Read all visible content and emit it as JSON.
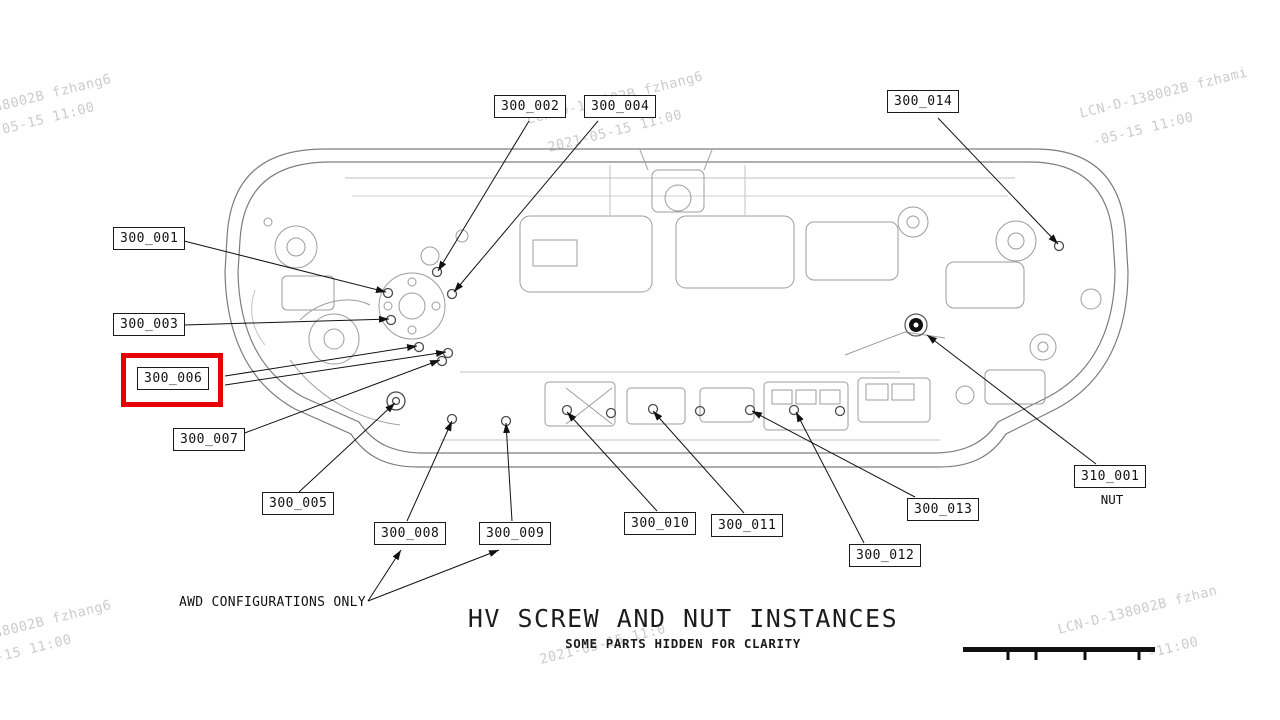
{
  "title": {
    "main": "HV SCREW AND NUT INSTANCES",
    "subtitle": "SOME PARTS HIDDEN FOR CLARITY"
  },
  "note": "AWD CONFIGURATIONS ONLY",
  "nut_caption": "NUT",
  "highlight_color": "#e60000",
  "callouts": [
    {
      "id": "300_002",
      "label": "300_002"
    },
    {
      "id": "300_004",
      "label": "300_004"
    },
    {
      "id": "300_014",
      "label": "300_014"
    },
    {
      "id": "300_001",
      "label": "300_001"
    },
    {
      "id": "300_003",
      "label": "300_003"
    },
    {
      "id": "300_006",
      "label": "300_006",
      "highlighted": true
    },
    {
      "id": "300_007",
      "label": "300_007"
    },
    {
      "id": "300_005",
      "label": "300_005"
    },
    {
      "id": "300_008",
      "label": "300_008"
    },
    {
      "id": "300_009",
      "label": "300_009"
    },
    {
      "id": "300_010",
      "label": "300_010"
    },
    {
      "id": "300_011",
      "label": "300_011"
    },
    {
      "id": "300_013",
      "label": "300_013"
    },
    {
      "id": "300_012",
      "label": "300_012"
    },
    {
      "id": "310_001",
      "label": "310_001"
    }
  ],
  "watermarks": [
    {
      "text": "38002B fzhang6"
    },
    {
      "text": "-05-15 11:00"
    },
    {
      "text": "LCN-D-138002B fzhang6"
    },
    {
      "text": "2021-05-15 11:00"
    },
    {
      "text": "LCN-D-138002B fzhami"
    },
    {
      "text": "-05-15 11:00"
    },
    {
      "text": "38002B fzhang6"
    },
    {
      "text": "-15 11:00"
    },
    {
      "text": "2021-05-15 11:0"
    },
    {
      "text": "LCN-D-138002B fzhan"
    },
    {
      "text": "-11:00"
    }
  ]
}
